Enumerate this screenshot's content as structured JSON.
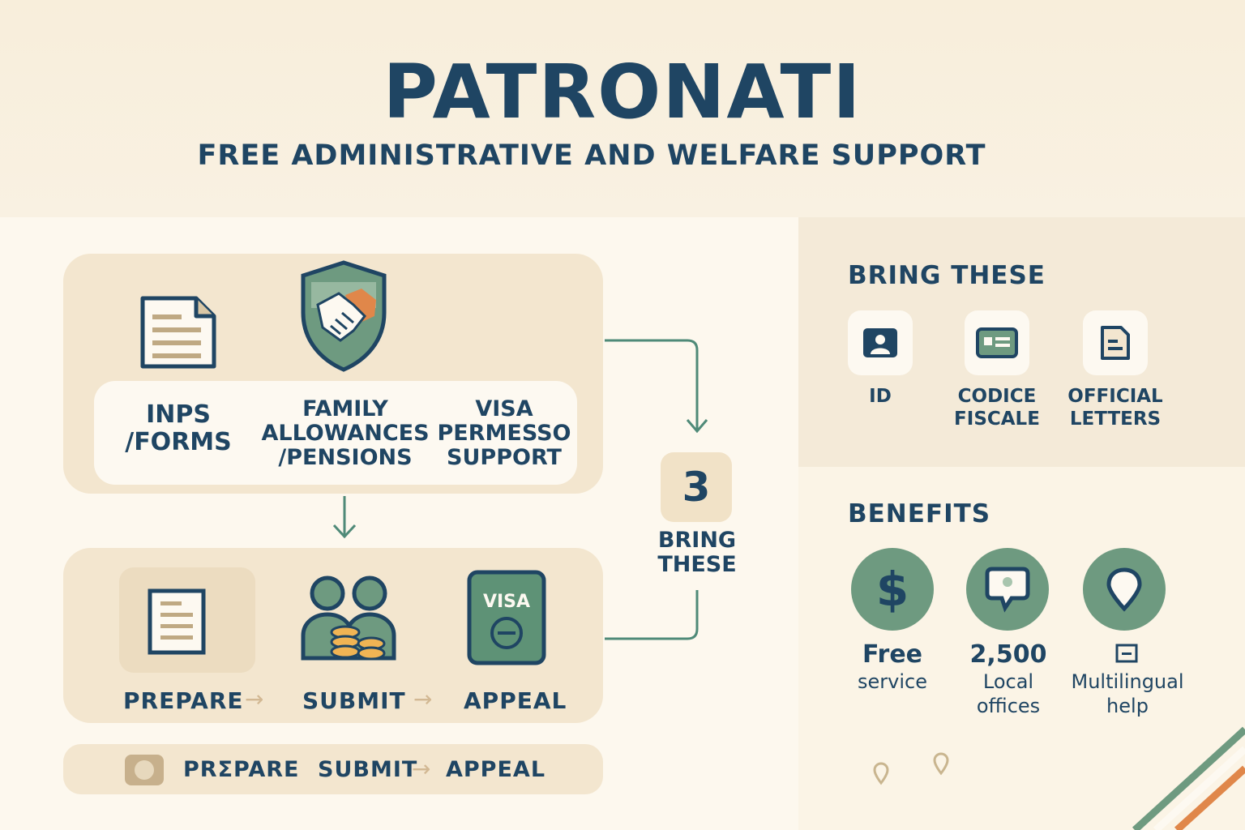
{
  "header": {
    "title": "PATRONATI",
    "subtitle": "FREE ADMINISTRATIVE AND WELFARE SUPPORT"
  },
  "services": [
    {
      "label": "INPS\n/FORMS",
      "icon": "document-icon"
    },
    {
      "label": "FAMILY\nALLOWANCES\n/PENSIONS",
      "icon": "handshake-shield-icon"
    },
    {
      "label": "VISA\nPERMESSO\nSUPPORT",
      "icon": "none"
    }
  ],
  "process": {
    "steps": [
      "PREPARE",
      "SUBMIT",
      "APPEAL"
    ],
    "icons": [
      "form-icon",
      "people-coins-icon",
      "visa-passport-icon"
    ],
    "visa_text": "VISA"
  },
  "bottom_bar": {
    "step1": "PRƩPARE",
    "step2": "SUBMIT",
    "step3": "APPEAL"
  },
  "connector": {
    "number": "3",
    "label": "BRING\nTHESE"
  },
  "bring_these": {
    "title": "BRING THESE",
    "items": [
      {
        "label": "ID",
        "icon": "id-card-icon"
      },
      {
        "label": "CODICE\nFISCALE",
        "icon": "tax-card-icon"
      },
      {
        "label": "OFFICIAL\nLETTERS",
        "icon": "letter-icon"
      }
    ]
  },
  "benefits": {
    "title": "BENEFITS",
    "items": [
      {
        "strong": "Free",
        "text": "service",
        "icon": "dollar-icon"
      },
      {
        "strong": "2,500",
        "text": "Local\noffices",
        "icon": "chat-bubble-icon"
      },
      {
        "strong": "",
        "text": "Multilingual\nhelp",
        "icon": "location-pin-icon"
      }
    ]
  },
  "colors": {
    "navy": "#1f4563",
    "green": "#6e9a80",
    "orange": "#e0874a",
    "panel": "#f3e6cf"
  }
}
